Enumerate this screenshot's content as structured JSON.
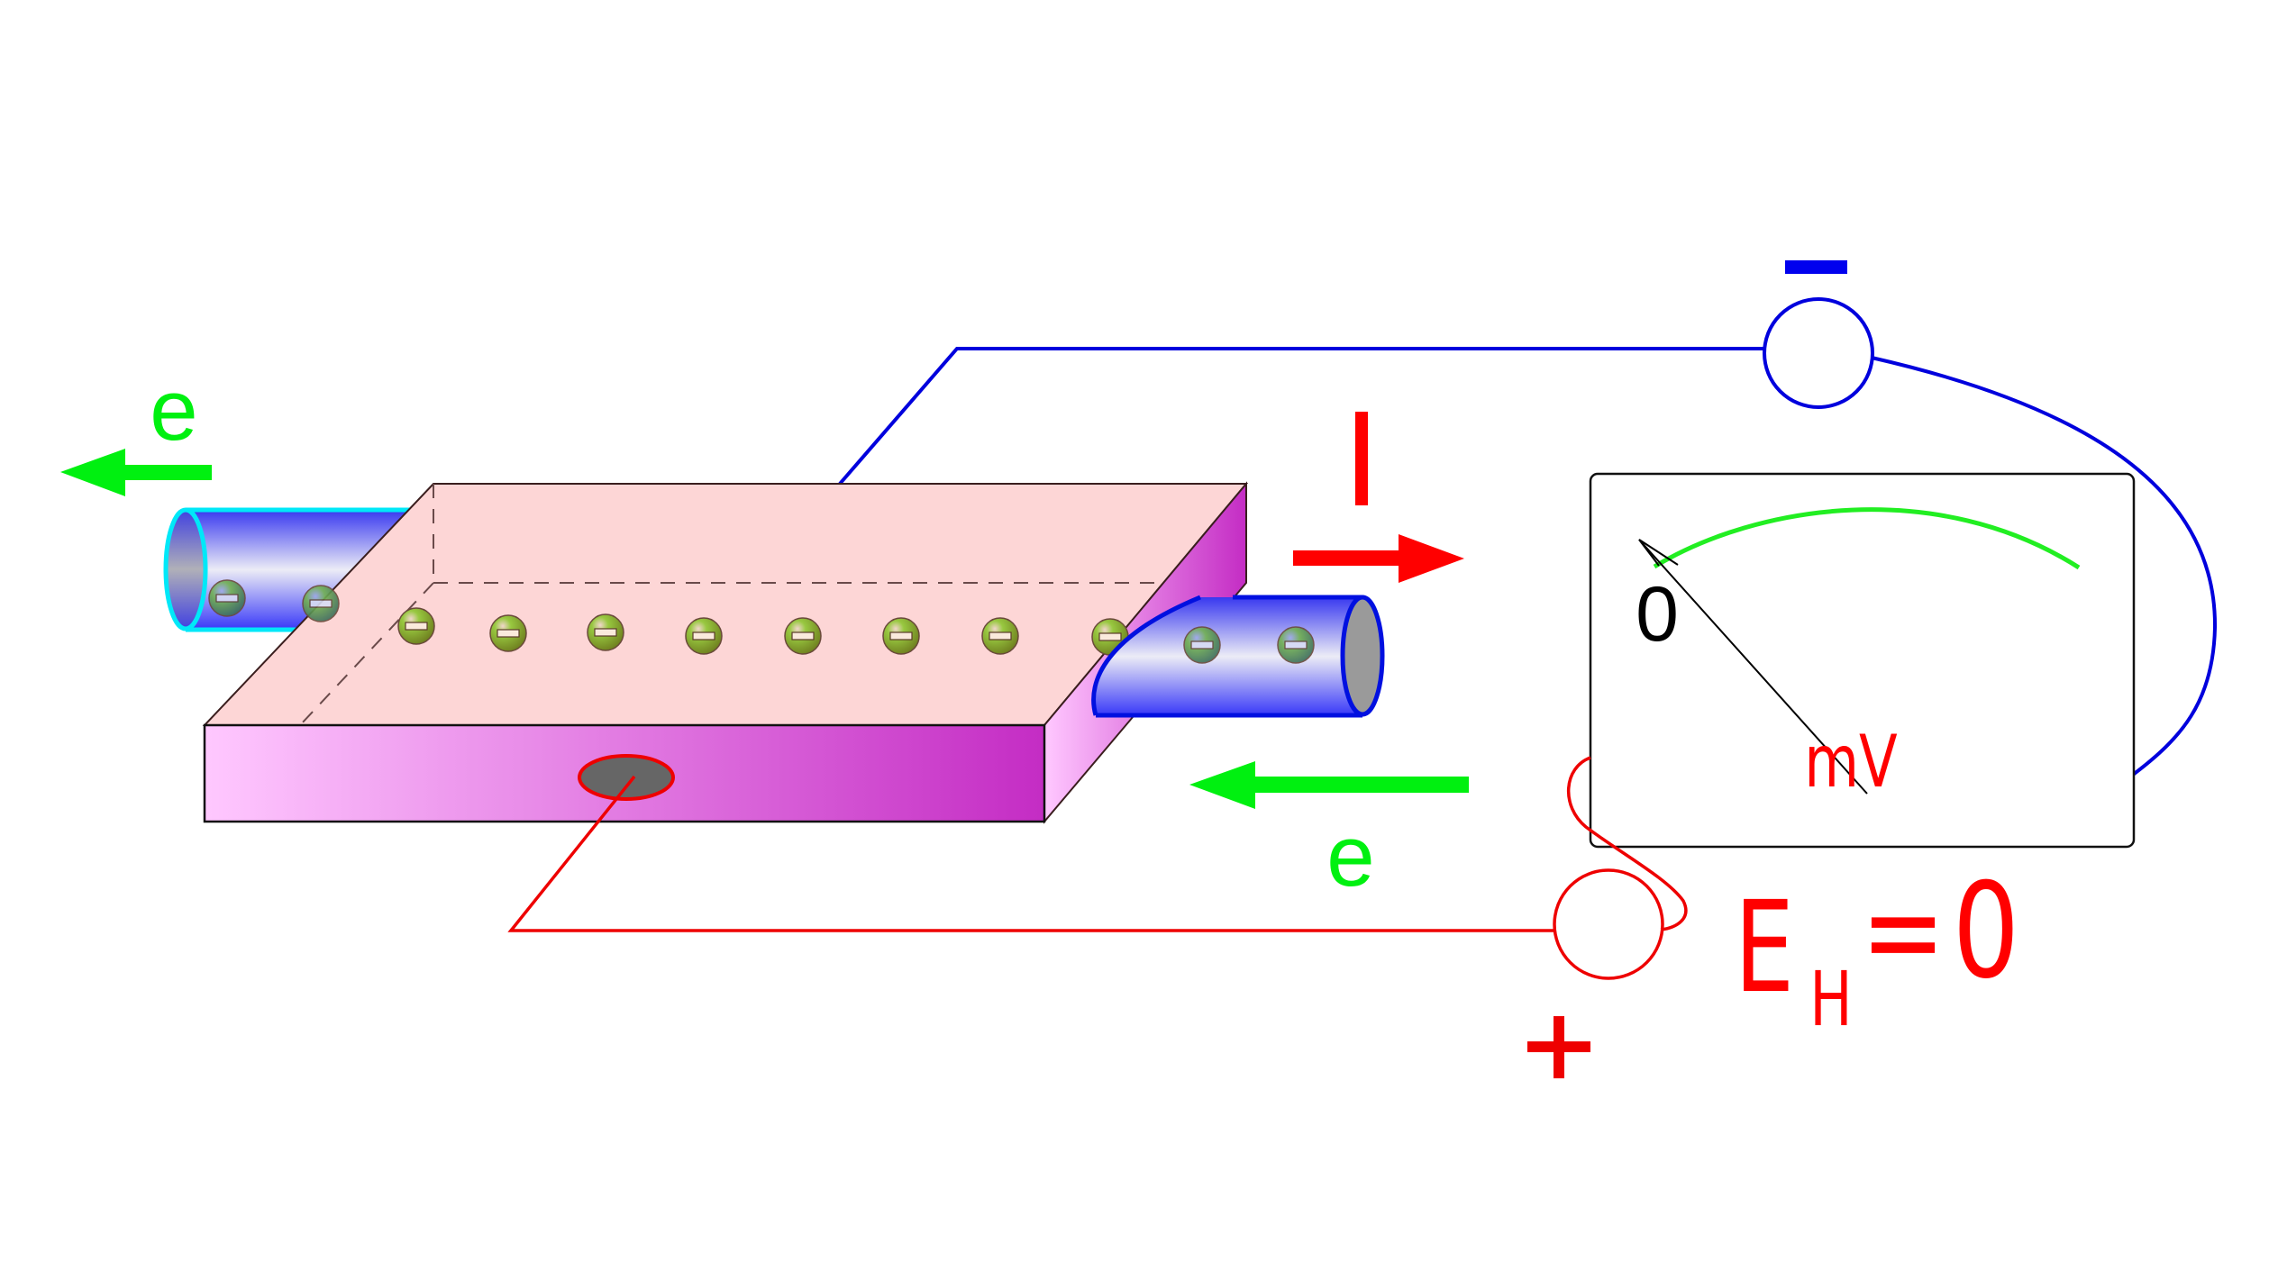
{
  "diagram": {
    "title": "Hall effect measurement with zero Hall field",
    "colors": {
      "electron_flow": "#00f010",
      "current": "#ff0000",
      "negative_wire": "#0000dd",
      "positive_wire": "#ee0000",
      "slab_top": "#fdd6d6",
      "slab_side_light": "#ffc8ff",
      "slab_side_dark": "#c42cc4",
      "meter_scale": "#22ee22",
      "cylinder_left_outline": "#00e8f8",
      "cylinder_right_outline": "#0010e0"
    },
    "labels": {
      "electron_left": "e",
      "electron_bottom": "e",
      "current": "I",
      "negative_terminal": "−",
      "positive_terminal": "+",
      "meter_zero": "0",
      "meter_unit": "mV",
      "hall_field_symbol": "E",
      "hall_field_subscript": "H",
      "hall_field_equals": "=",
      "hall_field_value": "0"
    },
    "electrons": {
      "charge_symbol": "−",
      "count_on_slab": 8,
      "count_in_left_lead": 2,
      "count_in_right_lead": 2
    },
    "meter": {
      "reading": 0,
      "unit": "mV"
    }
  }
}
